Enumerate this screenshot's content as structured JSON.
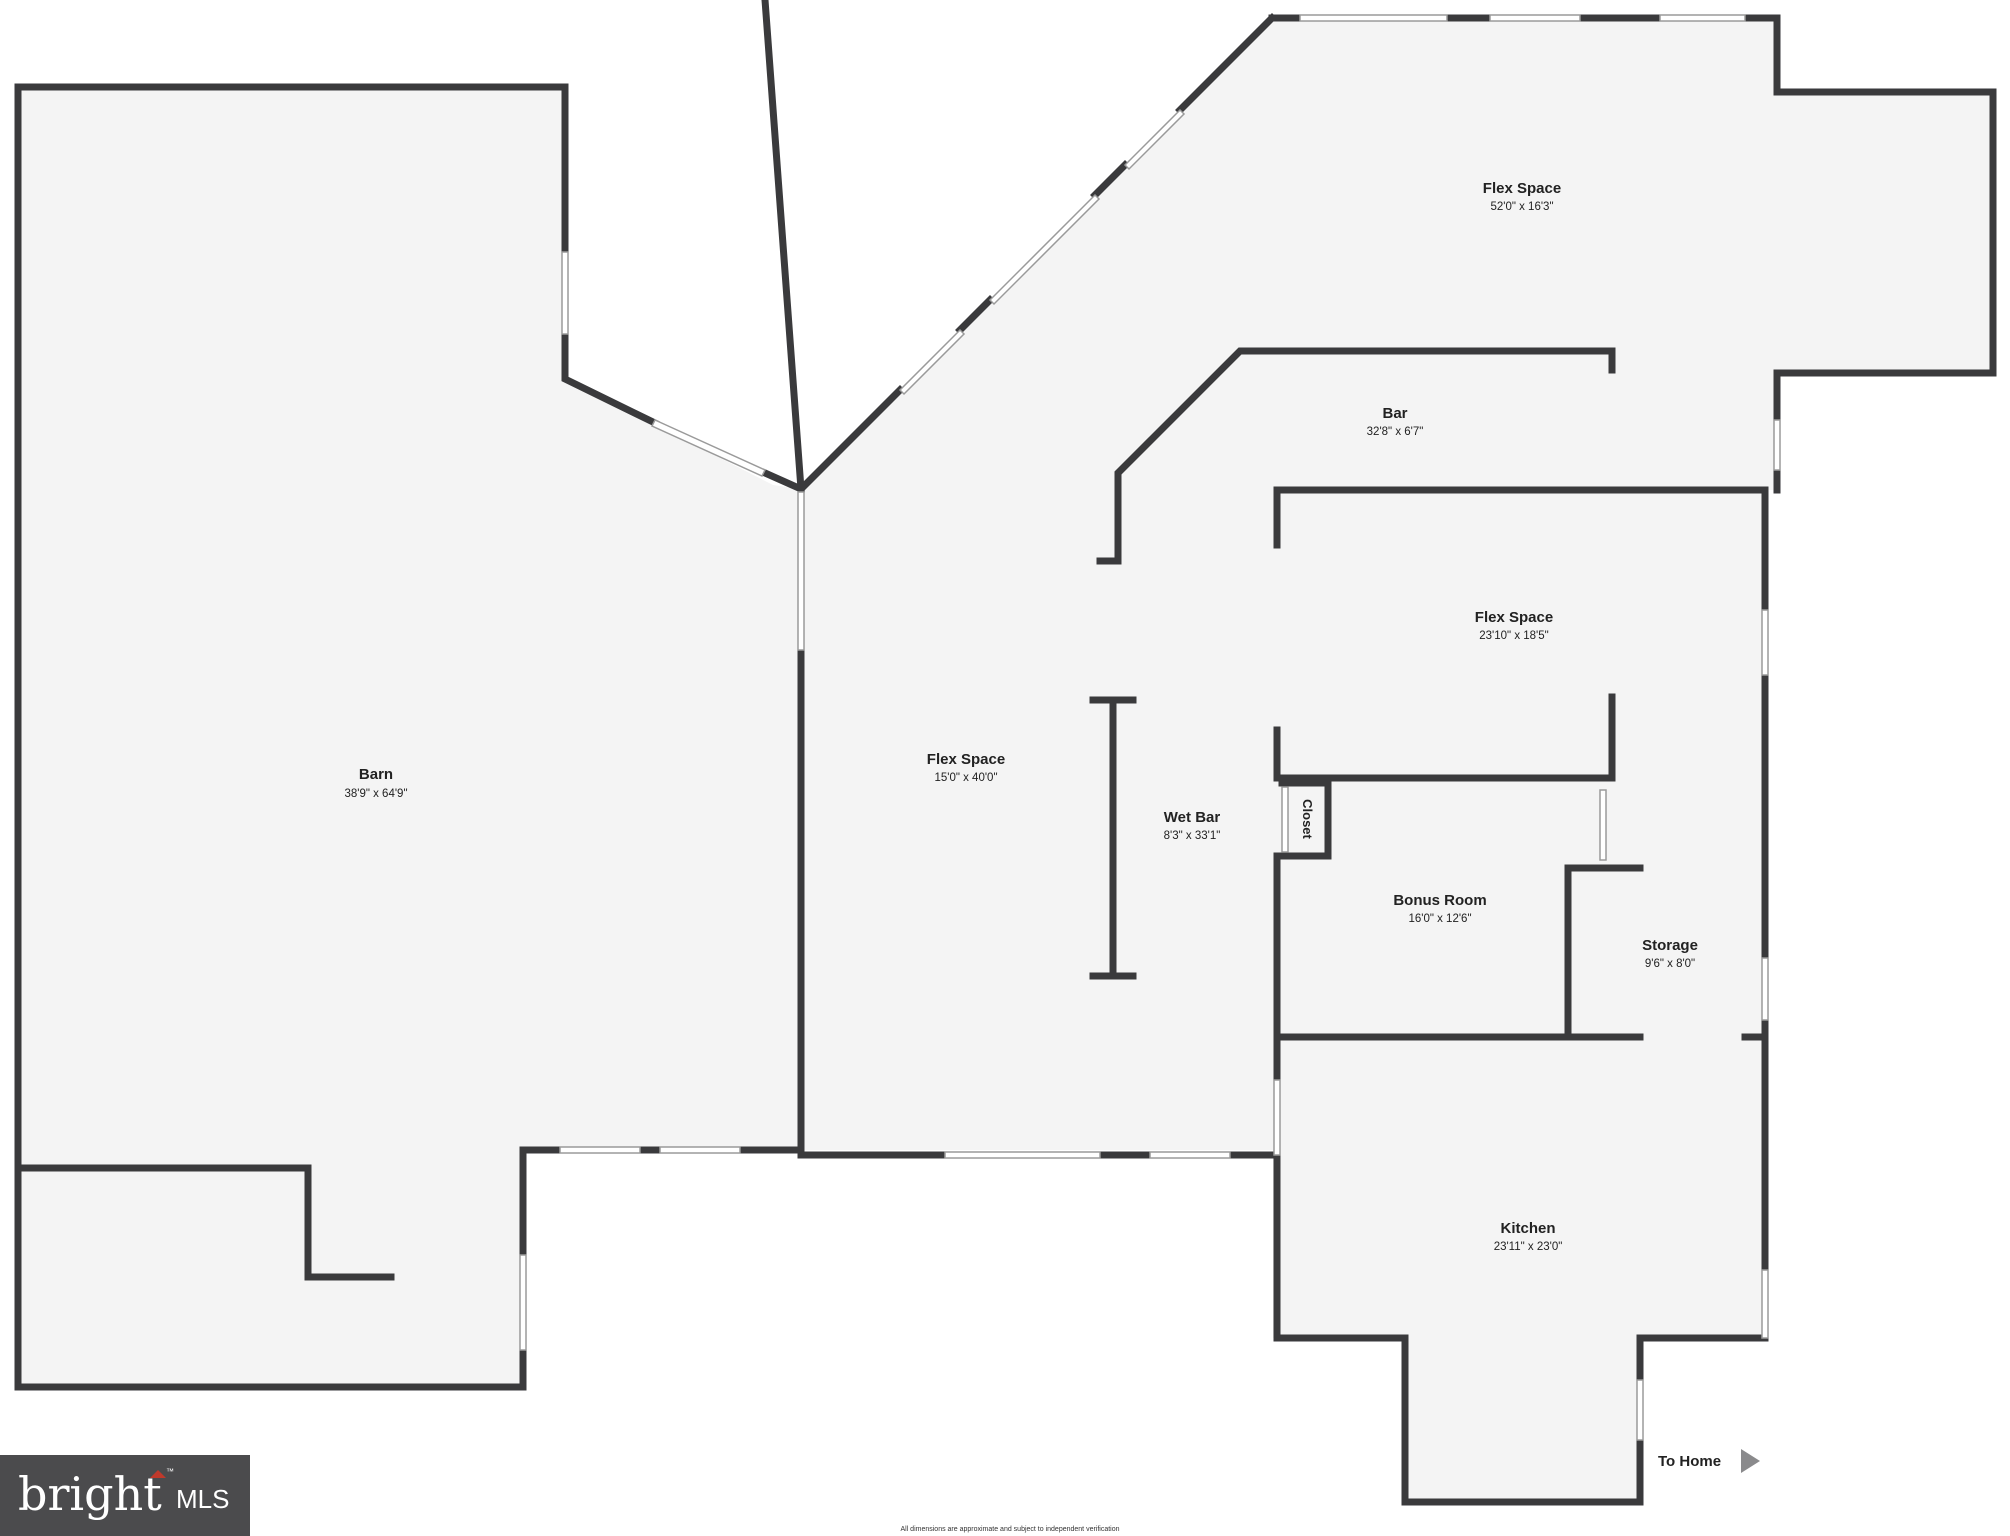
{
  "rooms": {
    "barn": {
      "name": "Barn",
      "dim": "38'9\" x 64'9\""
    },
    "flex_top": {
      "name": "Flex Space",
      "dim": "52'0\" x 16'3\""
    },
    "bar": {
      "name": "Bar",
      "dim": "32'8\" x 6'7\""
    },
    "flex_mid": {
      "name": "Flex Space",
      "dim": "23'10\" x 18'5\""
    },
    "flex_left": {
      "name": "Flex Space",
      "dim": "15'0\" x 40'0\""
    },
    "wet_bar": {
      "name": "Wet Bar",
      "dim": "8'3\" x 33'1\""
    },
    "closet": {
      "name": "Closet"
    },
    "bonus_room": {
      "name": "Bonus Room",
      "dim": "16'0\" x 12'6\""
    },
    "storage": {
      "name": "Storage",
      "dim": "9'6\" x 8'0\""
    },
    "kitchen": {
      "name": "Kitchen",
      "dim": "23'11\" x 23'0\""
    }
  },
  "to_home": {
    "label": "To Home",
    "icon": "arrow-right-icon"
  },
  "footer_note": "All dimensions are approximate and subject to independent verification",
  "logo": {
    "brand": "bright",
    "suffix": "MLS",
    "trademark": "™",
    "accent": "#c0392b"
  }
}
